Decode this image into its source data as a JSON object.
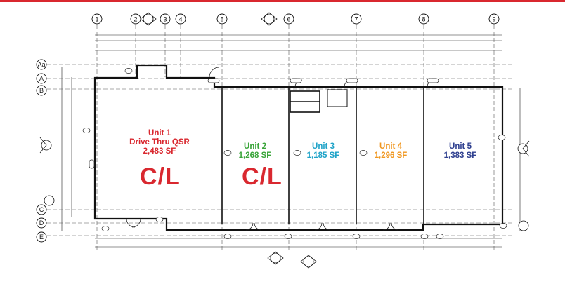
{
  "brand_color": "#d9282f",
  "grid_columns": [
    "1",
    "2",
    "3",
    "4",
    "5",
    "6",
    "7",
    "8",
    "9"
  ],
  "grid_rows": [
    "Aa",
    "A",
    "B",
    "C",
    "D",
    "E"
  ],
  "units": [
    {
      "id": "unit1",
      "lines": [
        "Unit 1",
        "Drive Thru QSR",
        "2,483 SF"
      ],
      "color": "#d9282f",
      "tag": "C/L"
    },
    {
      "id": "unit2",
      "lines": [
        "Unit 2",
        "1,268 SF"
      ],
      "color": "#3aa53a",
      "tag": "C/L"
    },
    {
      "id": "unit3",
      "lines": [
        "Unit 3",
        "1,185 SF"
      ],
      "color": "#1fa3c8",
      "tag": ""
    },
    {
      "id": "unit4",
      "lines": [
        "Unit 4",
        "1,296 SF"
      ],
      "color": "#f0961e",
      "tag": ""
    },
    {
      "id": "unit5",
      "lines": [
        "Unit 5",
        "1,383 SF"
      ],
      "color": "#2e3f8f",
      "tag": ""
    }
  ]
}
